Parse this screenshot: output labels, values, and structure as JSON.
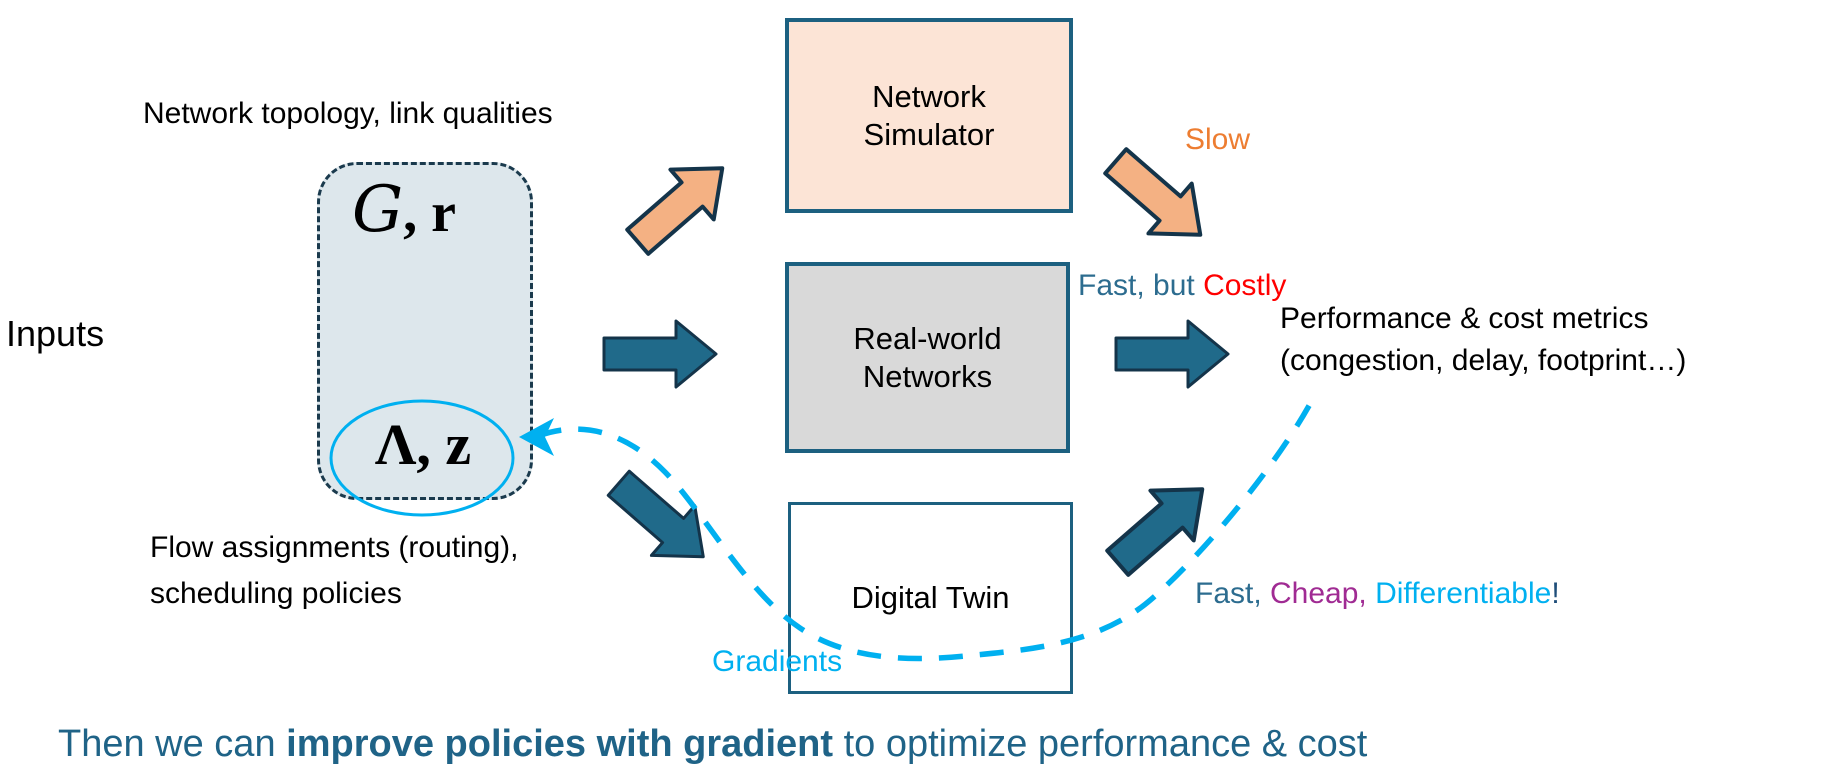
{
  "diagram": {
    "inputs_label": "Inputs",
    "top_caption": "Network topology, link qualities",
    "flow_caption_line1": "Flow assignments (routing),",
    "flow_caption_line2": "scheduling policies",
    "symbols": {
      "graph_symbol": "G",
      "graph_rest": ", r",
      "lambda_text": "Λ, z"
    },
    "boxes": {
      "network_simulator": {
        "line1": "Network",
        "line2": "Simulator",
        "fill": "#fce4d6"
      },
      "real_world": {
        "line1": "Real-world",
        "line2": "Networks",
        "fill": "#d9d9d9"
      },
      "digital_twin": {
        "label": "Digital Twin",
        "fill": "#ffffff"
      }
    },
    "annotations": {
      "slow": "Slow",
      "fast_but": "Fast, but ",
      "costly": "Costly",
      "metrics_line1": "Performance & cost metrics",
      "metrics_line2": "(congestion, delay, footprint…)",
      "fast2": "Fast, ",
      "cheap": "Cheap, ",
      "differentiable": "Differentiable",
      "exclaim": "!",
      "gradients": "Gradients"
    },
    "footer": {
      "prefix": "Then we can ",
      "bold": "improve policies with gradient",
      "suffix": " to optimize performance & cost"
    },
    "colors": {
      "box_border": "#1c6080",
      "teal_arrow": "#206a8a",
      "arrow_outline": "#14344a",
      "orange_arrow": "#f4b183",
      "orange_text": "#ed7d31",
      "steel_blue_text": "#2c6c8f",
      "red_text": "#ff0000",
      "purple_text": "#a02b93",
      "cyan": "#00b0f0",
      "footer_teal": "#1f6387",
      "inputs_panel_fill": "#dde7ec",
      "inputs_panel_border": "#1a3a4d"
    }
  }
}
